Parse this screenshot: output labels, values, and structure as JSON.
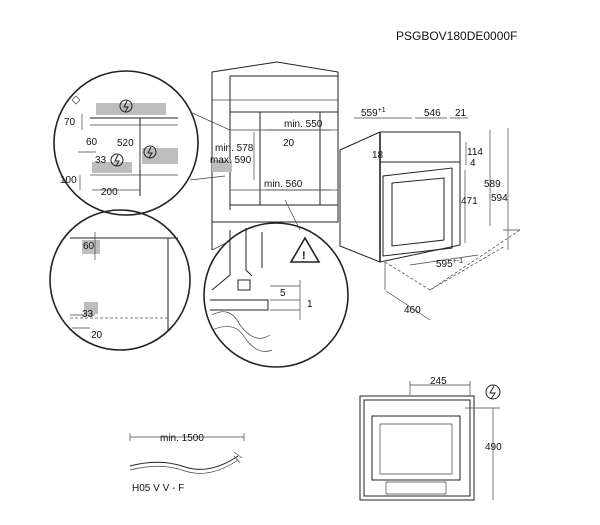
{
  "model_code": "PSGBOV180DE0000F",
  "detail_top_left": {
    "dim_70": "70",
    "dim_60": "60",
    "dim_520": "520",
    "dim_33": "33",
    "dim_100": "100",
    "dim_200": "200"
  },
  "cabinet": {
    "min_550": "min. 550",
    "min_578": "min. 578",
    "max_590": "max. 590",
    "dim_20": "20",
    "min_560": "min. 560"
  },
  "oven": {
    "dim_559": "559",
    "dim_559_sup": "+1",
    "dim_546": "546",
    "dim_21": "21",
    "dim_114": "114",
    "dim_4": "4",
    "dim_18": "18",
    "dim_471": "471",
    "dim_589": "589",
    "dim_594": "594",
    "dim_595": "595",
    "dim_595_sup": "+-1",
    "dim_460": "460"
  },
  "detail_bottom_left": {
    "dim_60": "60",
    "dim_33": "33",
    "dim_20": "20"
  },
  "detail_circle": {
    "dim_5": "5",
    "dim_1": "1",
    "warning_symbol": "!"
  },
  "cable": {
    "length": "min. 1500",
    "type": "H05 V V - F"
  },
  "front_view": {
    "dim_245": "245",
    "dim_490": "490"
  }
}
